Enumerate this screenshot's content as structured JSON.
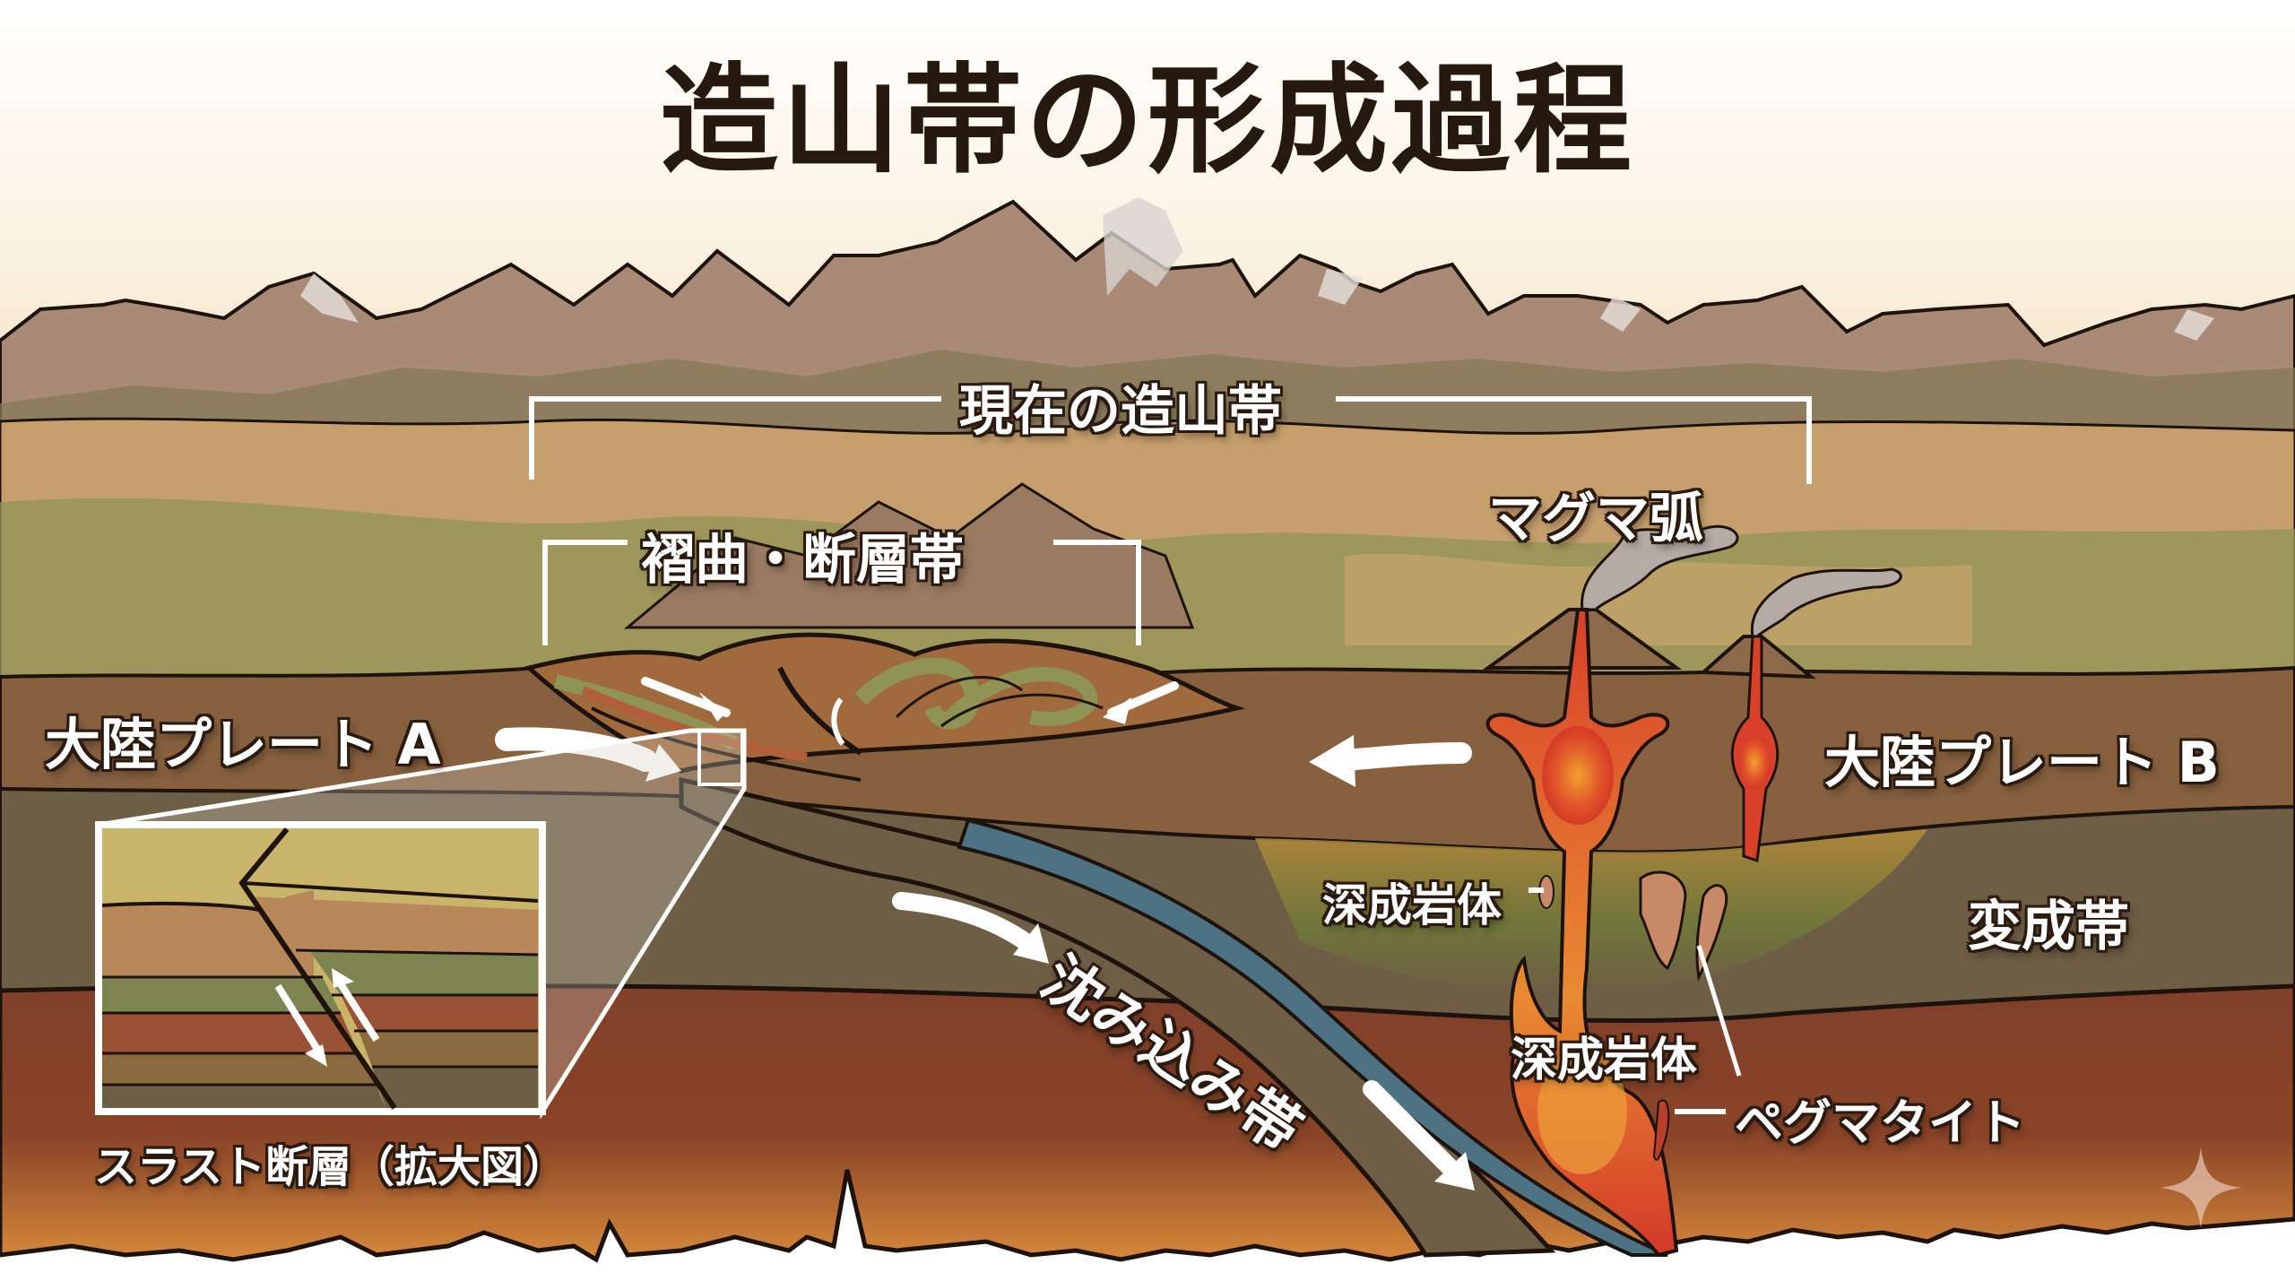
{
  "title": "造山帯の形成過程",
  "labels": {
    "current_orogen": "現在の造山帯",
    "fold_fault_zone": "褶曲・断層帯",
    "magmatic_arc": "マグマ弧",
    "continental_plate_a": "大陸プレート A",
    "continental_plate_b": "大陸プレート B",
    "metamorphic_zone": "変成帯",
    "pluton_upper": "深成岩体",
    "pluton_lower": "深成岩体",
    "pegmatite": "ペグマタイト",
    "subduction_zone": "沈み込み帯",
    "thrust_fault_inset": "スラスト断層（拡大図）"
  },
  "icons": {
    "watermark": "sparkle-icon",
    "plate_a_motion": "arrow-right-icon",
    "plate_b_motion": "arrow-left-icon",
    "subduction_motion": "arrow-down-right-icon"
  },
  "colors": {
    "sky_top": "#fbf7ef",
    "sky_bottom": "#f5e2c2",
    "mountain": "#a58470",
    "mountain_snow": "#e6e1dc",
    "plain_tan": "#c9a06e",
    "plain_green": "#8f9455",
    "crust_brown": "#8a5e3e",
    "lower_crust": "#6e5e45",
    "mantle": "#86412a",
    "mantle_bottom": "#d3823a",
    "slab_blue": "#4d7384",
    "magma": "#d9402a",
    "magma_core": "#ee9a30",
    "outline": "#1d130c",
    "label_text": "#ffffff"
  }
}
